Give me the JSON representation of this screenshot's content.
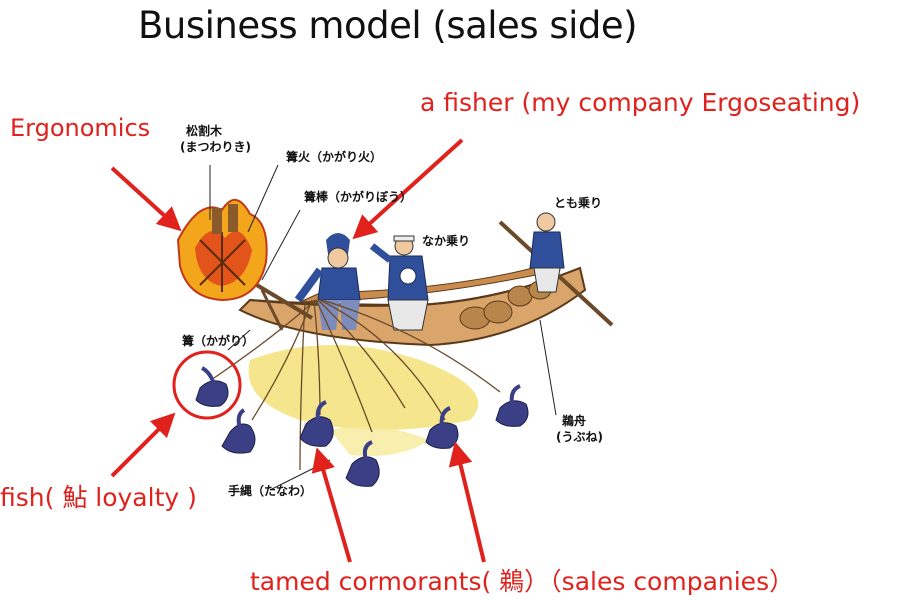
{
  "title": "Business model (sales side)",
  "annotations": {
    "ergonomics": "Ergonomics",
    "fisher": "a fisher (my company Ergoseating)",
    "fish": "fish( 鮎 loyalty )",
    "cormorants": "tamed cormorants( 鵜）（sales companies）"
  },
  "illustration_labels": {
    "matsuwariki": "松割木",
    "matsuwariki_reading": "(まつわりき)",
    "kagaribi": "篝火（かがり火）",
    "kagaribou": "篝棒（かがりぼう）",
    "tomonori": "とも乗り",
    "nakanori": "なか乗り",
    "kagari": "篝（かがり）",
    "ubune": "鵜舟",
    "ubune_reading": "(うぶね)",
    "tanawa": "手縄（たなわ）"
  },
  "colors": {
    "annotation_red": "#e0211c",
    "boat_wood": "#d9a56a",
    "water_yellow": "#f3e27a",
    "bird_blue": "#3b3f86"
  }
}
